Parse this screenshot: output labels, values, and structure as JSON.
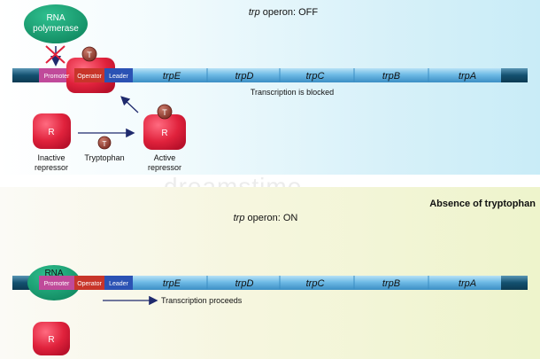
{
  "off_panel": {
    "title_gene": "trp",
    "title_rest": " operon: OFF",
    "rna_polymerase": [
      "RNA",
      "polymerase"
    ],
    "region_labels": {
      "promoter": "Promoter",
      "operator": "Operator",
      "leader": "Leader"
    },
    "genes": [
      "trpE",
      "trpD",
      "trpC",
      "trpB",
      "trpA"
    ],
    "status_text": "Transcription is blocked",
    "inactive_repressor": {
      "symbol": "R",
      "label": [
        "Inactive",
        "repressor"
      ]
    },
    "tryptophan": {
      "symbol": "T",
      "label": "Tryptophan"
    },
    "active_repressor": {
      "symbol": "R",
      "tryptophan_symbol": "T",
      "label": [
        "Active",
        "repressor"
      ]
    },
    "bound_tryptophan_symbol": "T"
  },
  "on_panel": {
    "heading": "Absence of tryptophan",
    "title_gene": "trp",
    "title_rest": " operon: ON",
    "rna_polymerase_label": "RNA",
    "region_labels": {
      "promoter": "Promoter",
      "operator": "Operator",
      "leader": "Leader"
    },
    "genes": [
      "trpE",
      "trpD",
      "trpC",
      "trpB",
      "trpA"
    ],
    "status_text": "Transcription proceeds",
    "repressor_symbol": "R"
  },
  "watermark": "dreamstime"
}
